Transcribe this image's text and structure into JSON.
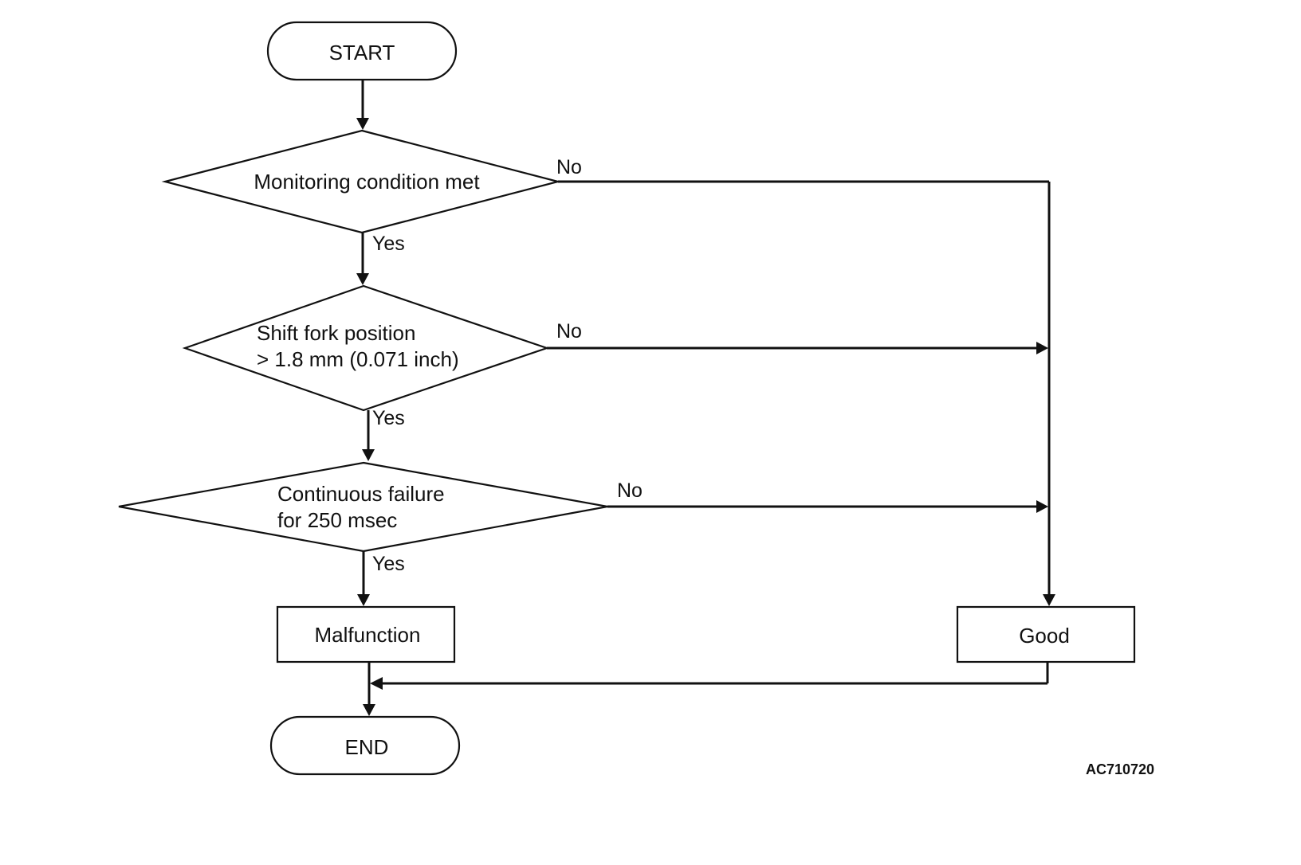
{
  "nodes": {
    "start": "START",
    "decision1": "Monitoring condition met",
    "decision2_line1": "Shift fork position",
    "decision2_line2": "> 1.8 mm (0.071 inch)",
    "decision3_line1": "Continuous failure",
    "decision3_line2": "for 250 msec",
    "malfunction": "Malfunction",
    "good": "Good",
    "end": "END"
  },
  "branches": {
    "yes": "Yes",
    "no": "No"
  },
  "figure_code": "AC710720"
}
